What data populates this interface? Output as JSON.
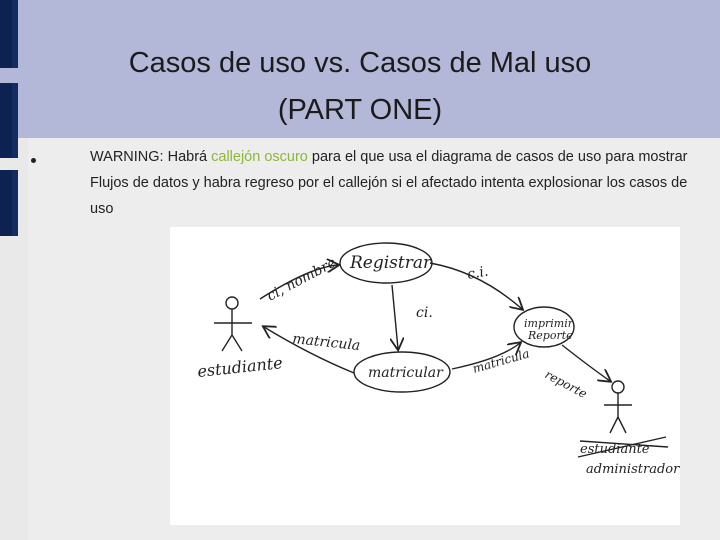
{
  "slide": {
    "title_line1": "Casos de uso vs. Casos de Mal uso",
    "title_line2": "(PART ONE)",
    "bullet": {
      "prefix": "WARNING: Habrá ",
      "highlight": "callejón oscuro",
      "suffix": " para el que usa el diagrama de casos de uso para mostrar Flujos de datos y habra regreso por el callejón si el afectado intenta explosionar los casos de uso",
      "highlight_color": "#8bb83a"
    }
  },
  "diagram": {
    "use_cases": {
      "registrar": "Registrar",
      "matricular": "matricular",
      "imprimir_line1": "imprimir",
      "imprimir_line2": "Reporte"
    },
    "actors": {
      "left": "estudiante",
      "right_crossed": "estudiante",
      "right": "administrador"
    },
    "flows": {
      "ci_nombre": "ci, nombre",
      "ci_right": "c.i.",
      "ci_down": "ci.",
      "matricula_left": "matricula",
      "matricula_right": "matricula",
      "reporte": "reporte"
    }
  }
}
